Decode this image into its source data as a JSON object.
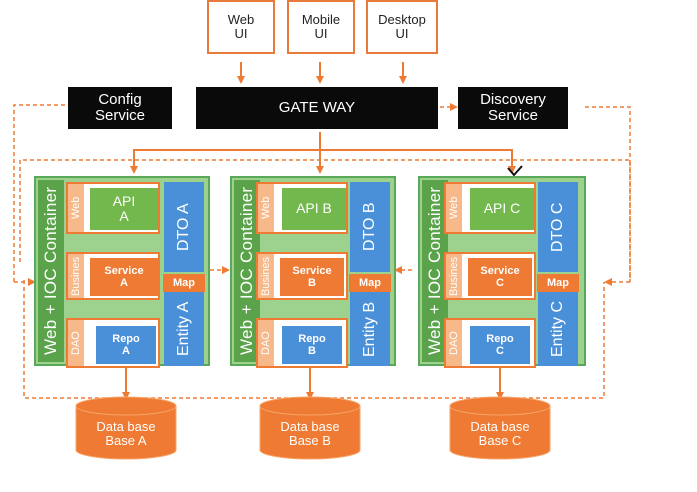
{
  "clients": [
    {
      "label": "Web\nUI"
    },
    {
      "label": "Mobile\nUI"
    },
    {
      "label": "Desktop\nUI"
    }
  ],
  "gateway": {
    "label": "GATE WAY"
  },
  "config_service": {
    "label": "Config\nService"
  },
  "discovery_service": {
    "label": "Discovery\nService"
  },
  "services": [
    {
      "container_label": "Web + IOC Container",
      "web_label": "Web",
      "business_label": "Busines",
      "dao_label": "DAO",
      "api_label": "API\nA",
      "service_label": "Service\nA",
      "repo_label": "Repo\nA",
      "dto_label": "DTO A",
      "entity_label": "Entity A",
      "map_label": "Map",
      "db_label": "Data base\nBase A"
    },
    {
      "container_label": "Web + IOC Container",
      "web_label": "Web",
      "business_label": "Busines",
      "dao_label": "DAO",
      "api_label": "API B",
      "service_label": "Service\nB",
      "repo_label": "Repo\nB",
      "dto_label": "DTO B",
      "entity_label": "Entity B",
      "map_label": "Map",
      "db_label": "Data base\nBase B"
    },
    {
      "container_label": "Web + IOC Container",
      "web_label": "Web",
      "business_label": "Busines",
      "dao_label": "DAO",
      "api_label": "API C",
      "service_label": "Service\nC",
      "repo_label": "Repo\nC",
      "dto_label": "DTO C",
      "entity_label": "Entity C",
      "map_label": "Map",
      "db_label": "Data base\nBase C"
    }
  ],
  "colors": {
    "accent_orange": "#ee7a33",
    "container_green": "#9dd18e",
    "label_green": "#5ba34a",
    "api_green": "#72b84c",
    "dto_blue": "#4a90d9",
    "gateway_black": "#0a0a0a"
  }
}
